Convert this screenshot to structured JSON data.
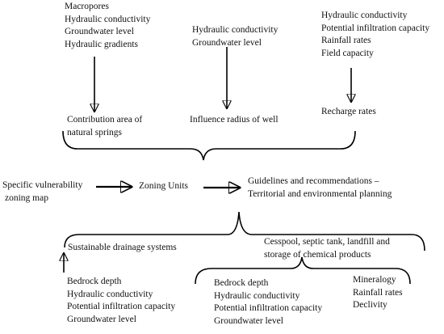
{
  "top_left": {
    "factors": [
      "Macropores",
      "Hydraulic conductivity",
      "Groundwater level",
      "Hydraulic gradients"
    ],
    "result": [
      "Contribution area of",
      "natural springs"
    ]
  },
  "top_middle": {
    "factors": [
      "Hydraulic conductivity",
      "Groundwater level"
    ],
    "result": [
      "Influence radius of well"
    ]
  },
  "top_right": {
    "factors": [
      "Hydraulic conductivity",
      "Potential infiltration capacity",
      "Rainfall rates",
      "Field capacity"
    ],
    "result": [
      "Recharge rates"
    ]
  },
  "flow": {
    "map": [
      "Specific vulnerability",
      "zoning map"
    ],
    "units": "Zoning Units",
    "guidelines": [
      "Guidelines and recommendations –",
      "Territorial and environmental planning"
    ]
  },
  "bottom_left": {
    "title": "Sustainable drainage systems",
    "factors": [
      "Bedrock depth",
      "Hydraulic conductivity",
      "Potential infiltration capacity",
      "Groundwater level"
    ]
  },
  "bottom_right": {
    "title": [
      "Cesspool, septic tank, landfill and",
      "storage of chemical products"
    ],
    "factors_a": [
      "Bedrock depth",
      "Hydraulic conductivity",
      "Potential infiltration capacity",
      "Groundwater level"
    ],
    "factors_b": [
      "Mineralogy",
      "Rainfall rates",
      "Declivity"
    ]
  }
}
